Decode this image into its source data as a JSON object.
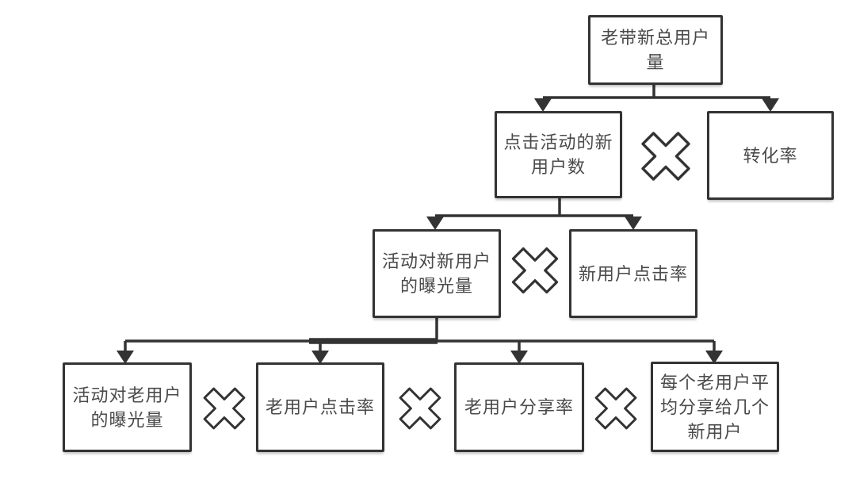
{
  "diagram": {
    "type": "formula-decomposition-tree",
    "colors": {
      "background": "#ffffff",
      "line": "#333333",
      "text": "#4a4a4a",
      "box_fill": "#ffffff"
    },
    "nodes": [
      {
        "id": "old-to-new-total-users",
        "label": "老带新总用户\n量"
      },
      {
        "id": "new-users-clicking-activity",
        "label": "点击活动的新\n用户数"
      },
      {
        "id": "conversion-rate",
        "label": "转化率"
      },
      {
        "id": "activity-exposure-to-new-users",
        "label": "活动对新用户\n的曝光量"
      },
      {
        "id": "new-user-click-rate",
        "label": "新用户点击率"
      },
      {
        "id": "activity-exposure-to-old-users",
        "label": "活动对老用户\n的曝光量"
      },
      {
        "id": "old-user-click-rate",
        "label": "老用户点击率"
      },
      {
        "id": "old-user-share-rate",
        "label": "老用户分享率"
      },
      {
        "id": "avg-new-users-shared-per-old-user",
        "label": "每个老用户平\n均分享给几个\n新用户"
      }
    ],
    "operators": [
      {
        "id": "op-level2",
        "symbol": "×",
        "between": [
          "new-users-clicking-activity",
          "conversion-rate"
        ]
      },
      {
        "id": "op-level3",
        "symbol": "×",
        "between": [
          "activity-exposure-to-new-users",
          "new-user-click-rate"
        ]
      },
      {
        "id": "op-level4-1",
        "symbol": "×",
        "between": [
          "activity-exposure-to-old-users",
          "old-user-click-rate"
        ]
      },
      {
        "id": "op-level4-2",
        "symbol": "×",
        "between": [
          "old-user-click-rate",
          "old-user-share-rate"
        ]
      },
      {
        "id": "op-level4-3",
        "symbol": "×",
        "between": [
          "old-user-share-rate",
          "avg-new-users-shared-per-old-user"
        ]
      }
    ],
    "edges": [
      {
        "from": "old-to-new-total-users",
        "to": [
          "new-users-clicking-activity",
          "conversion-rate"
        ]
      },
      {
        "from": "new-users-clicking-activity",
        "to": [
          "activity-exposure-to-new-users",
          "new-user-click-rate"
        ]
      },
      {
        "from": "activity-exposure-to-new-users",
        "to": [
          "activity-exposure-to-old-users",
          "old-user-click-rate",
          "old-user-share-rate",
          "avg-new-users-shared-per-old-user"
        ]
      }
    ]
  }
}
